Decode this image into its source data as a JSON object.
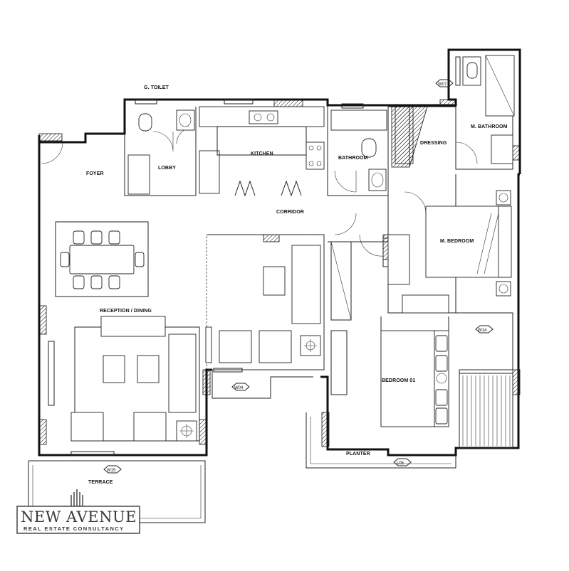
{
  "rooms": {
    "g_toilet": "G. TOILET",
    "lobby": "LOBBY",
    "kitchen": "KITCHEN",
    "bathroom": "BATHROOM",
    "dressing": "DRESSING",
    "m_bathroom": "M. BATHROOM",
    "foyer": "FOYER",
    "corridor": "CORRIDOR",
    "m_bedroom": "M. BEDROOM",
    "reception_dining": "RECEPTION / DINING",
    "bedroom_01": "BEDROOM 01",
    "planter": "PLANTER",
    "terrace": "TERRACE"
  },
  "tags": {
    "w07": "W07",
    "w14": "W14",
    "w04": "W04",
    "w15": "W15",
    "l05": "L05"
  },
  "logo": {
    "name": "NEW AVENUE",
    "tagline": "REAL ESTATE CONSULTANCY"
  }
}
